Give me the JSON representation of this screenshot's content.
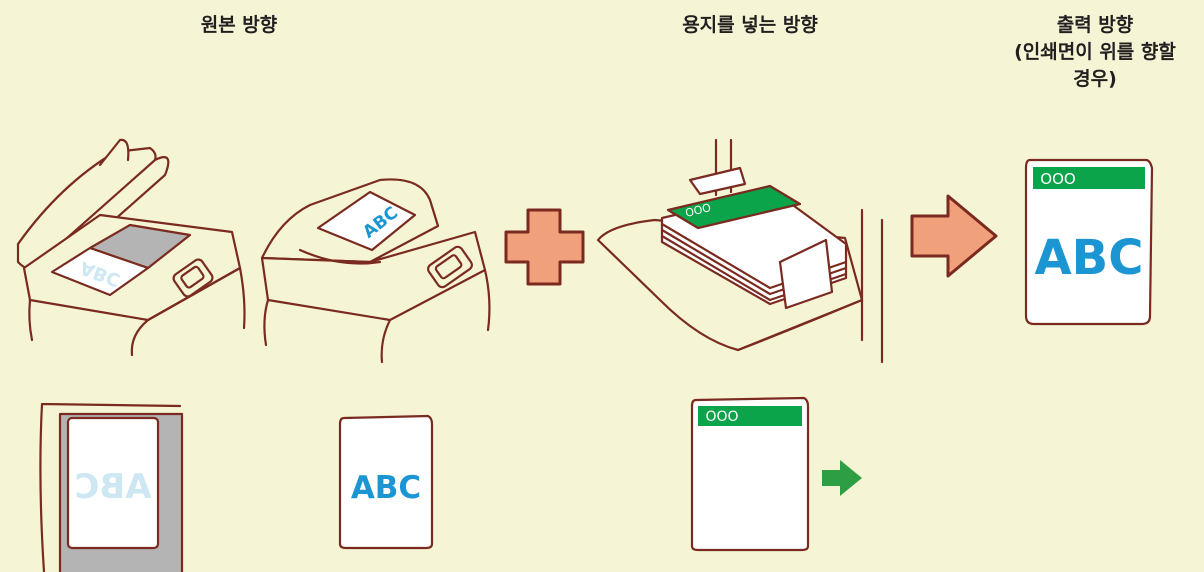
{
  "headings": {
    "original_orientation": "원본 방향",
    "paper_loading_orientation": "용지를 넣는 방향",
    "output_orientation_line1": "출력 방향",
    "output_orientation_line2": "(인쇄면이 위를 향할",
    "output_orientation_line3": "경우)"
  },
  "labels": {
    "document_text": "ABC",
    "paper_header_text": "OOO"
  },
  "colors": {
    "background": "#f5f5d6",
    "outline": "#7a2a1e",
    "text_blue": "#1b96d3",
    "mirrored_text": "#cde7f3",
    "header_green": "#0ca44a",
    "arrow_green": "#2e9e45",
    "plus_and_arrow_fill": "#f0a07a",
    "glass_gray": "#b4b4b4"
  },
  "icons": [
    "scanner-open-platen-icon",
    "scanner-feeder-icon",
    "plus-icon",
    "paper-tray-icon",
    "right-arrow-icon",
    "feed-direction-arrow-icon"
  ]
}
